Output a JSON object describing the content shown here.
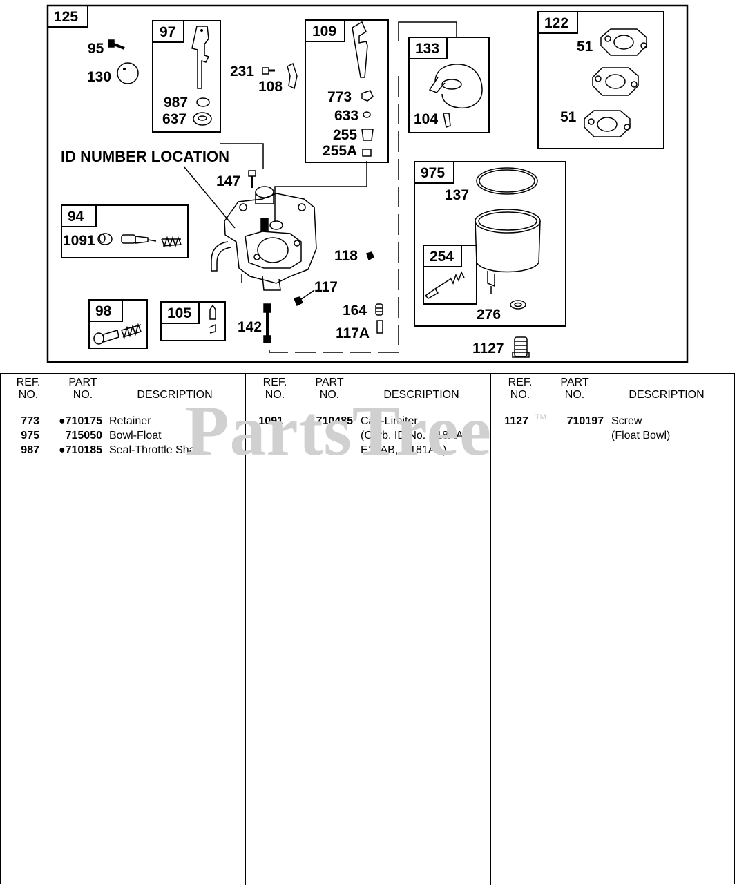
{
  "diagram": {
    "assembly_ref": "125",
    "id_location_label": "ID NUMBER LOCATION",
    "box_refs": {
      "b97": "97",
      "b109": "109",
      "b133": "133",
      "b122": "122",
      "b94": "94",
      "b98": "98",
      "b105": "105",
      "b975": "975",
      "b254": "254"
    },
    "callouts": {
      "c95": "95",
      "c130": "130",
      "c987": "987",
      "c637": "637",
      "c231": "231",
      "c108": "108",
      "c773": "773",
      "c633": "633",
      "c255": "255",
      "c255a": "255A",
      "c104": "104",
      "c51a": "51",
      "c51b": "51",
      "c147": "147",
      "c1091": "1091",
      "c137": "137",
      "c118": "118",
      "c117": "117",
      "c164": "164",
      "c117a": "117A",
      "c142": "142",
      "c276": "276",
      "c1127": "1127"
    }
  },
  "watermark": {
    "text": "PartsTree",
    "tm": "TM"
  },
  "table": {
    "headers": {
      "ref_top": "REF.",
      "ref_bottom": "NO.",
      "part_top": "PART",
      "part_bottom": "NO.",
      "description": "DESCRIPTION"
    },
    "columns": [
      {
        "rows": [
          {
            "ref": "773",
            "part": "●710175",
            "desc": "Retainer"
          },
          {
            "ref": "975",
            "part": "715050",
            "desc": "Bowl-Float"
          },
          {
            "ref": "987",
            "part": "●710185",
            "desc": "Seal-Throttle Shaft"
          }
        ]
      },
      {
        "rows": [
          {
            "ref": "1091",
            "part": "710485",
            "desc": "Cap-Limiter"
          },
          {
            "ref": "",
            "part": "",
            "desc": "(Carb. ID No. E18AA,"
          },
          {
            "ref": "",
            "part": "",
            "desc": "E18AB, G181AA)"
          }
        ]
      },
      {
        "rows": [
          {
            "ref": "1127",
            "part": "710197",
            "desc": "Screw"
          },
          {
            "ref": "",
            "part": "",
            "desc": "(Float Bowl)"
          }
        ]
      }
    ]
  }
}
